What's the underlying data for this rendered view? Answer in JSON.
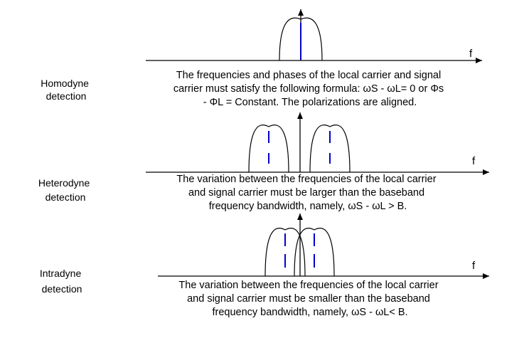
{
  "sections": [
    {
      "label_lines": [
        "Homodyne",
        "detection"
      ],
      "axis_label": "f",
      "description_lines": [
        "The frequencies and phases of the local carrier and signal",
        "carrier must satisfy the following formula: ωS - ωL= 0 or Φs",
        "- ΦL = Constant. The polarizations are aligned."
      ]
    },
    {
      "label_lines": [
        "Heterodyne",
        "detection"
      ],
      "axis_label": "f",
      "description_lines": [
        "The variation between the frequencies of the local carrier",
        "and signal carrier must be larger than the baseband",
        "frequency bandwidth, namely, ωS - ωL > B."
      ]
    },
    {
      "label_lines": [
        "Intradyne",
        "detection"
      ],
      "axis_label": "f",
      "description_lines": [
        "The variation between the frequencies of the local carrier",
        "and signal carrier must be smaller than the baseband",
        "frequency bandwidth, namely, ωS - ωL< B."
      ]
    }
  ],
  "colors": {
    "line": "#000000",
    "center_marker": "#0000cc",
    "background": "#ffffff"
  }
}
